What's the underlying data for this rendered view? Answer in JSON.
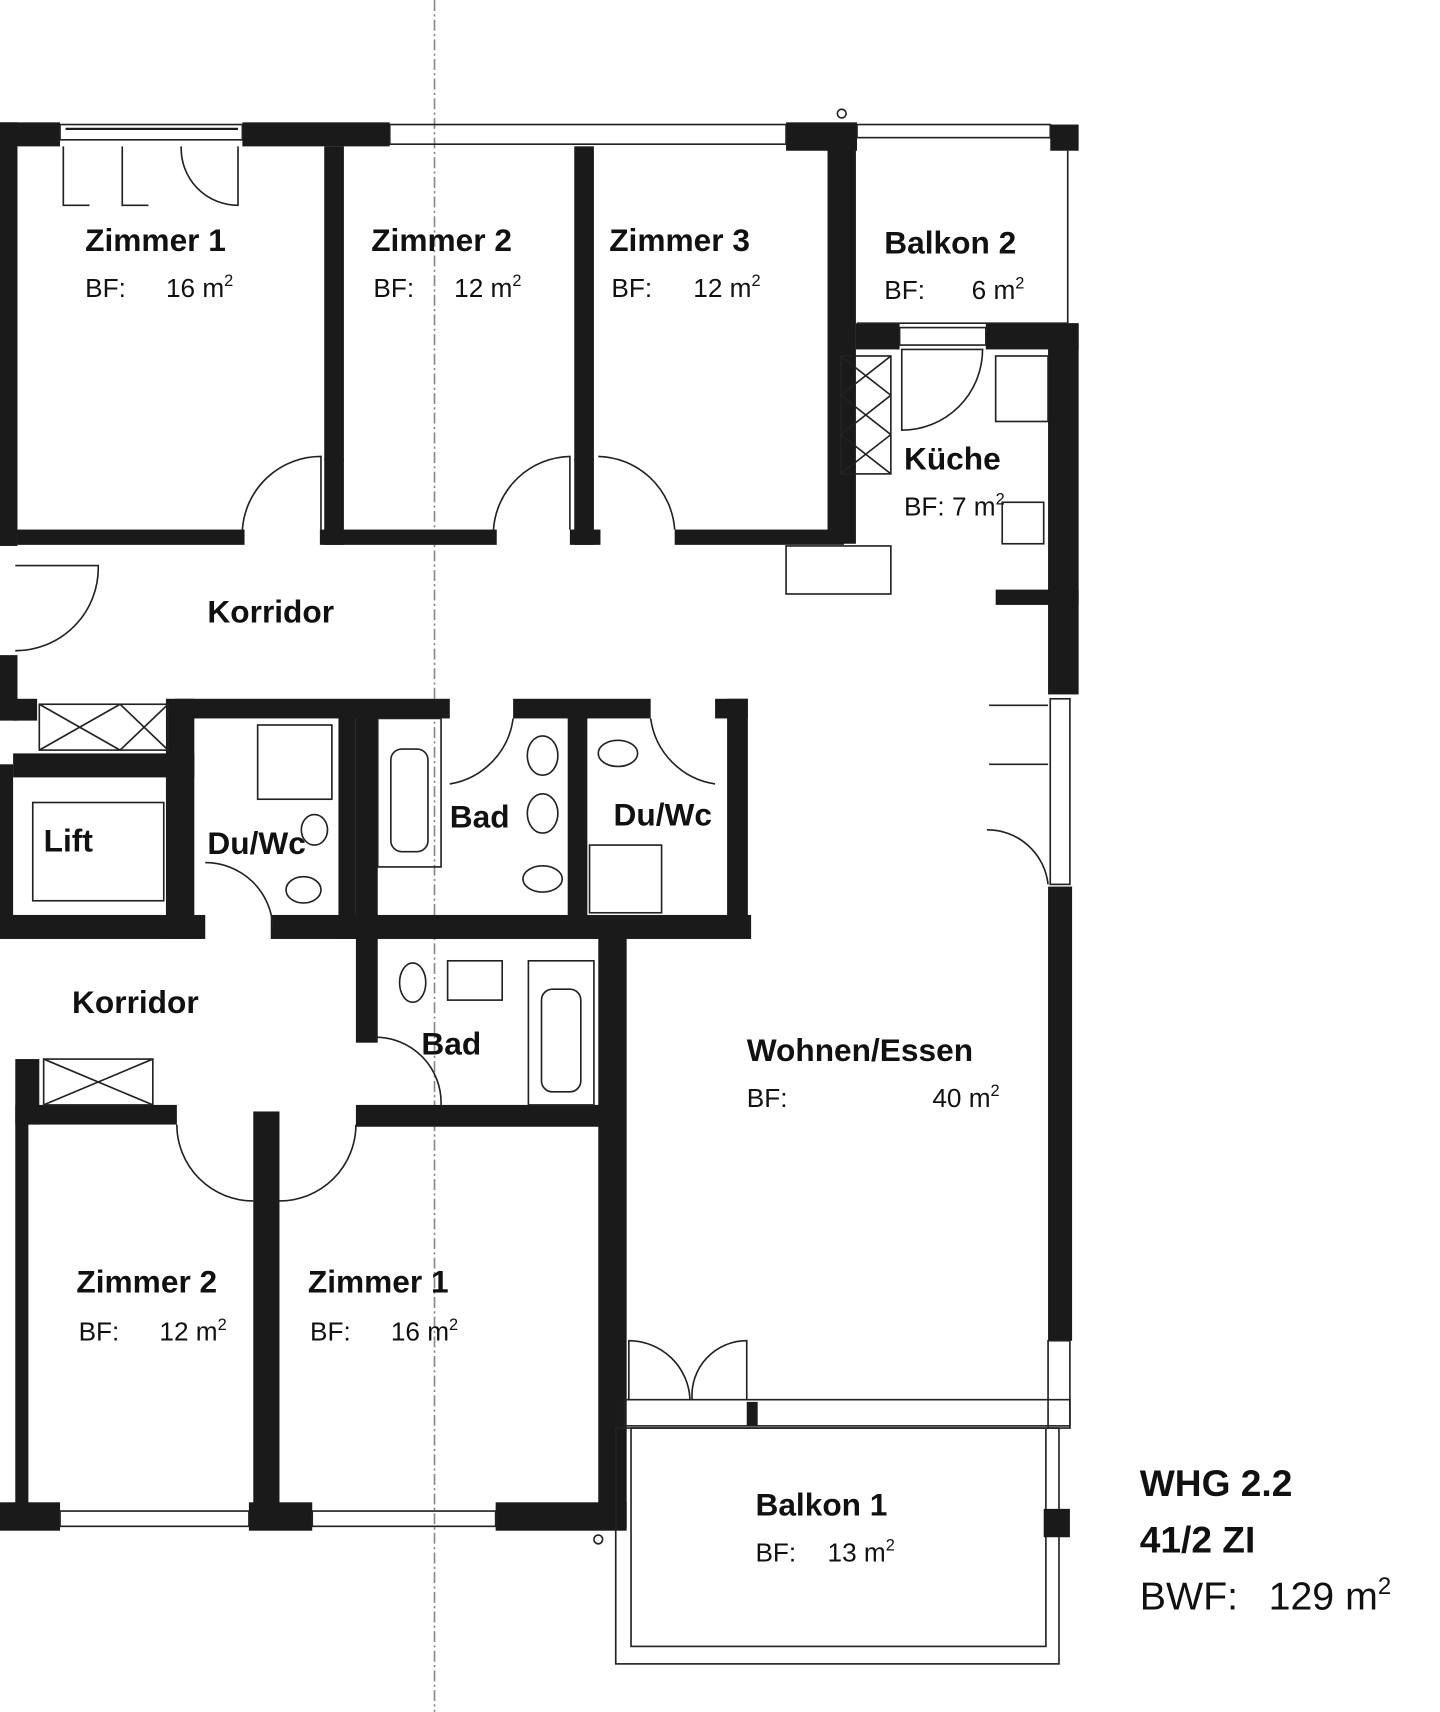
{
  "plan": {
    "unit_label": "WHG 2.2",
    "rooms_label": "41/2 ZI",
    "bwf_label": "BWF:",
    "bwf_value": "129 m",
    "bwf_sup": "2"
  },
  "rooms": {
    "zimmer1_top": {
      "name": "Zimmer 1",
      "bf": "BF:",
      "area": "16 m",
      "sup": "2"
    },
    "zimmer2_top": {
      "name": "Zimmer 2",
      "bf": "BF:",
      "area": "12 m",
      "sup": "2"
    },
    "zimmer3_top": {
      "name": "Zimmer 3",
      "bf": "BF:",
      "area": "12 m",
      "sup": "2"
    },
    "balkon2": {
      "name": "Balkon 2",
      "bf": "BF:",
      "area": "6 m",
      "sup": "2"
    },
    "kueche": {
      "name": "Küche",
      "bf": "BF: 7 m",
      "sup": "2"
    },
    "korridor_top": {
      "name": "Korridor"
    },
    "lift": {
      "name": "Lift"
    },
    "duwc_left": {
      "name": "Du/Wc"
    },
    "bad_top": {
      "name": "Bad"
    },
    "duwc_right": {
      "name": "Du/Wc"
    },
    "korridor_bottom": {
      "name": "Korridor"
    },
    "bad_bottom": {
      "name": "Bad"
    },
    "wohnen": {
      "name": "Wohnen/Essen",
      "bf": "BF:",
      "area": "40 m",
      "sup": "2"
    },
    "zimmer2_bottom": {
      "name": "Zimmer 2",
      "bf": "BF:",
      "area": "12 m",
      "sup": "2"
    },
    "zimmer1_bottom": {
      "name": "Zimmer 1",
      "bf": "BF:",
      "area": "16 m",
      "sup": "2"
    },
    "balkon1": {
      "name": "Balkon 1",
      "bf": "BF:",
      "area": "13 m",
      "sup": "2"
    }
  },
  "colors": {
    "wall": "#1a1a1a",
    "background": "#ffffff",
    "axis": "#888888"
  }
}
